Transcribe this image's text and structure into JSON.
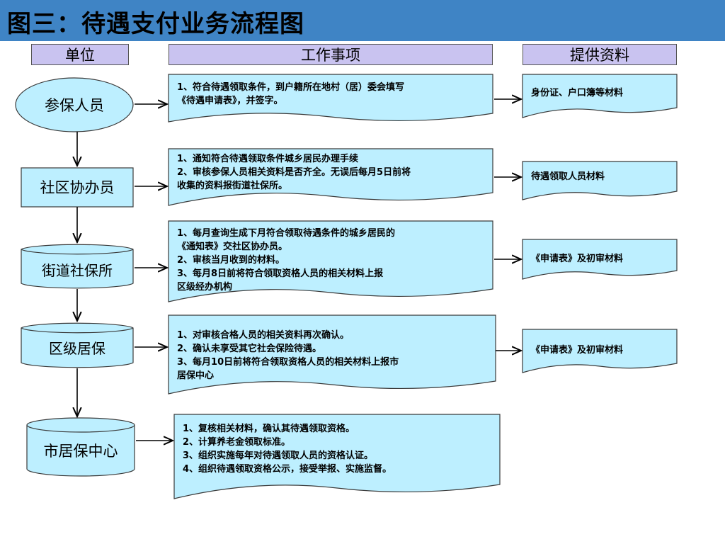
{
  "page": {
    "title": "图三：待遇支付业务流程图"
  },
  "headers": {
    "unit": "单位",
    "tasks": "工作事项",
    "materials": "提供资料"
  },
  "rows": [
    {
      "unit": "参保人员",
      "tasks": [
        "1、符合待遇领取条件，到户籍所在地村（居）委会填写",
        "《待遇申请表》，并签字。"
      ],
      "material": "身份证、户口簿等材料"
    },
    {
      "unit": "社区协办员",
      "tasks": [
        "1、通知符合待遇领取条件城乡居民办理手续",
        "2、审核参保人员相关资料是否齐全。无误后每月5日前将",
        "收集的资料报街道社保所。"
      ],
      "material": "待遇领取人员材料"
    },
    {
      "unit": "街道社保所",
      "tasks": [
        "1、每月查询生成下月符合领取待遇条件的城乡居民的",
        "《通知表》交社区协办员。",
        "2、审核当月收到的材料。",
        "3、每月8日前将符合领取资格人员的相关材料上报",
        "区级经办机构"
      ],
      "material": "《申请表》及初审材料"
    },
    {
      "unit": "区级居保",
      "tasks": [
        "1、对审核合格人员的相关资料再次确认。",
        "2、确认未享受其它社会保险待遇。",
        "3、每月10日前将符合领取资格人员的相关材料上报市",
        "居保中心"
      ],
      "material": "《申请表》及初审材料"
    },
    {
      "unit": "市居保中心",
      "tasks": [
        "1、复核相关材料，确认其待遇领取资格。",
        "2、计算养老金领取标准。",
        "3、组织实施每年对待遇领取人员的资格认证。",
        "4、组织待遇领取资格公示，接受举报、实施监督。"
      ]
    }
  ],
  "colors": {
    "title_bg": "#3f84c5",
    "header_bg": "#c9c3f0",
    "shape_fill": "#bdefff",
    "border": "#3a3a3a"
  }
}
